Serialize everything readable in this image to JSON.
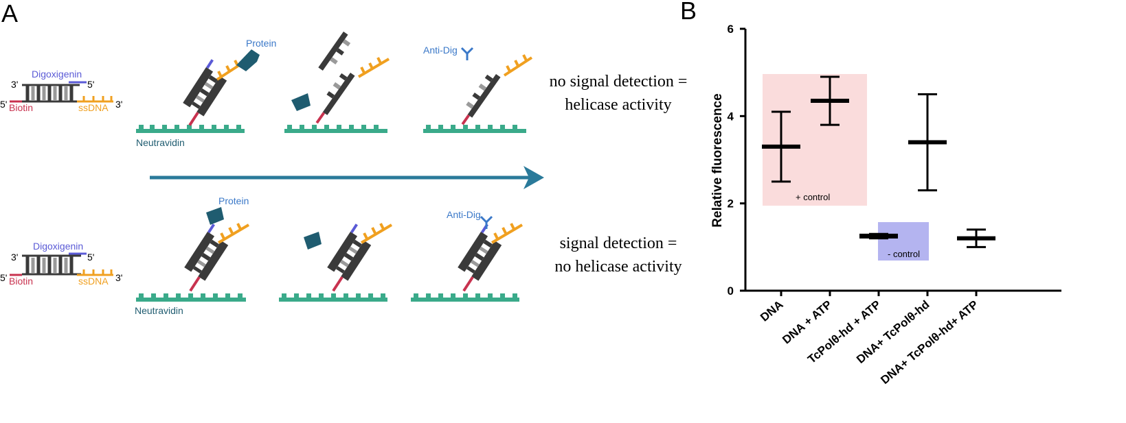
{
  "panel_a": {
    "letter": "A",
    "labels": {
      "digoxigenin": "Digoxigenin",
      "biotin": "Biotin",
      "ssdna": "ssDNA",
      "three_prime": "3'",
      "five_prime": "5'",
      "neutravidin": "Neutravidin",
      "protein": "Protein",
      "anti_dig": "Anti-Dig"
    },
    "top_result": [
      "no signal detection =",
      "helicase activity"
    ],
    "bottom_result": [
      "signal detection =",
      "no helicase activity"
    ]
  },
  "panel_b": {
    "letter": "B",
    "annotations": {
      "positive_control": "+ control",
      "negative_control": "- control"
    }
  },
  "colors": {
    "dna_dark": "#3a3a3a",
    "dna_light": "#9a9a9a",
    "digoxigenin": "#5a5ad6",
    "biotin": "#c8324f",
    "ssdna": "#f0a020",
    "neutravidin": "#3aaa8a",
    "protein": "#1f5c70",
    "anti_dig": "#3a78c8",
    "arrow": "#2a7a9a",
    "pos_control_box": "#fadcdc",
    "neg_control_box": "#b4b4f0"
  },
  "chart_data": {
    "type": "scatter",
    "title": "",
    "xlabel": "",
    "ylabel": "Relative fluorescence",
    "ylim": [
      0,
      6
    ],
    "yticks": [
      0,
      2,
      4,
      6
    ],
    "categories": [
      "DNA",
      "DNA + ATP",
      "TcPolθ-hd + ATP",
      "DNA+ TcPolθ-hd",
      "DNA+ TcPolθ-hd+ ATP"
    ],
    "mean": [
      3.3,
      4.35,
      1.25,
      3.4,
      1.2
    ],
    "upper": [
      4.1,
      4.9,
      1.3,
      4.5,
      1.4
    ],
    "lower": [
      2.5,
      3.8,
      1.2,
      2.3,
      1.0
    ],
    "grid": false
  }
}
